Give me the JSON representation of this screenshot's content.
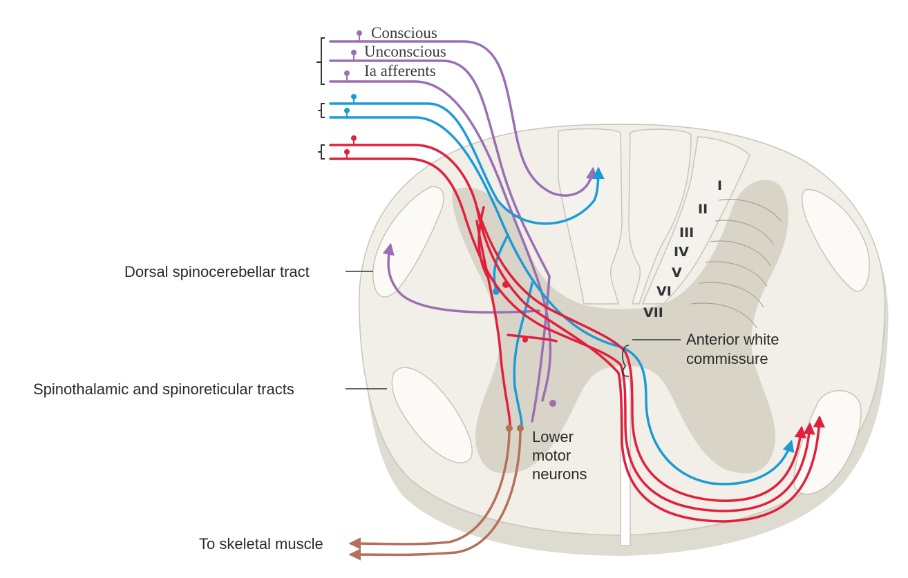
{
  "labels": {
    "conscious": "Conscious",
    "unconscious": "Unconscious",
    "ia_afferents": "Ia afferents",
    "dorsal_spinocerebellar": "Dorsal spinocerebellar tract",
    "spinothalamic": "Spinothalamic and spinoreticular tracts",
    "skeletal_muscle": "To skeletal muscle",
    "anterior_commissure_line1": "Anterior white",
    "anterior_commissure_line2": "commissure",
    "lower_motor_1": "Lower",
    "lower_motor_2": "motor",
    "lower_motor_3": "neurons"
  },
  "laminae": [
    "I",
    "II",
    "III",
    "IV",
    "V",
    "VI",
    "VII"
  ],
  "colors": {
    "purple": "#9b6fb3",
    "blue": "#1b9bd6",
    "red": "#e0203c",
    "brown": "#b5705c",
    "white_matter": "#f1efe7",
    "gray_matter": "#d9d4c8",
    "outline": "#c8c4b8",
    "text": "#2a2a2a"
  }
}
